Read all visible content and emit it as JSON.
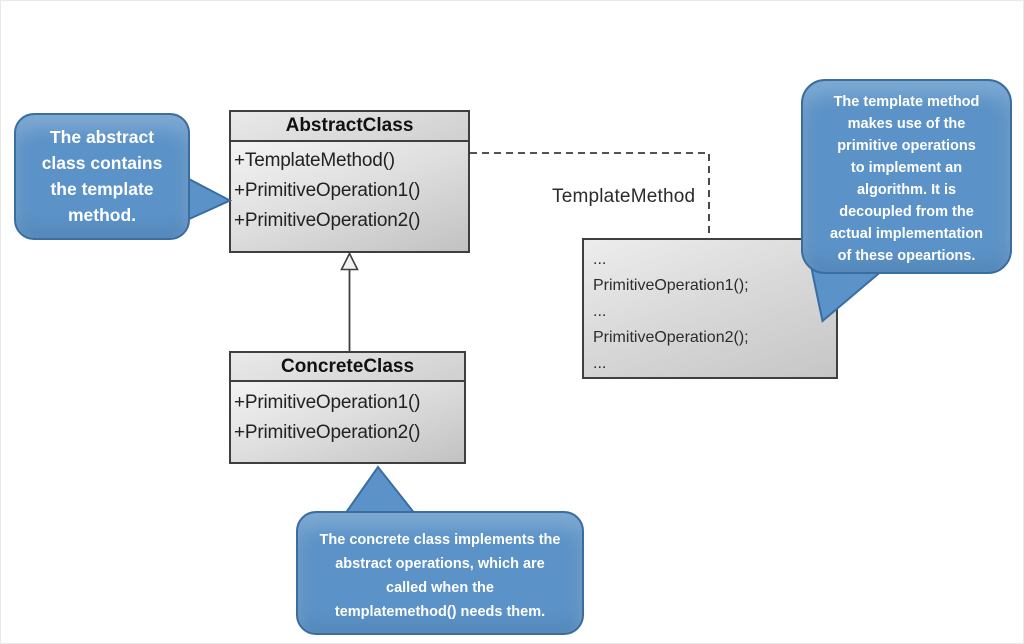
{
  "diagram": {
    "colors": {
      "callout_fill": "#5b92c7",
      "callout_border": "#3a6da0",
      "box_border": "#3f3f3f"
    },
    "classes": {
      "abstract": {
        "name": "AbstractClass",
        "methods": [
          "+TemplateMethod()",
          "+PrimitiveOperation1()",
          "+PrimitiveOperation2()"
        ]
      },
      "concrete": {
        "name": "ConcreteClass",
        "methods": [
          "+PrimitiveOperation1()",
          "+PrimitiveOperation2()"
        ]
      }
    },
    "connector_label": "TemplateMethod",
    "code_box": {
      "lines": [
        "...",
        "PrimitiveOperation1();",
        "...",
        "PrimitiveOperation2();",
        "..."
      ]
    },
    "callouts": {
      "left": {
        "lines": [
          "The abstract",
          "class contains",
          "the template",
          "method."
        ]
      },
      "right": {
        "lines": [
          "The template method",
          "makes use of the",
          "primitive operations",
          "to implement an",
          "algorithm. It is",
          "decoupled from the",
          "actual implementation",
          "of these opeartions."
        ]
      },
      "bottom": {
        "lines": [
          "The concrete class implements the",
          "abstract operations, which are",
          "called when the",
          "templatemethod() needs them."
        ]
      }
    }
  }
}
